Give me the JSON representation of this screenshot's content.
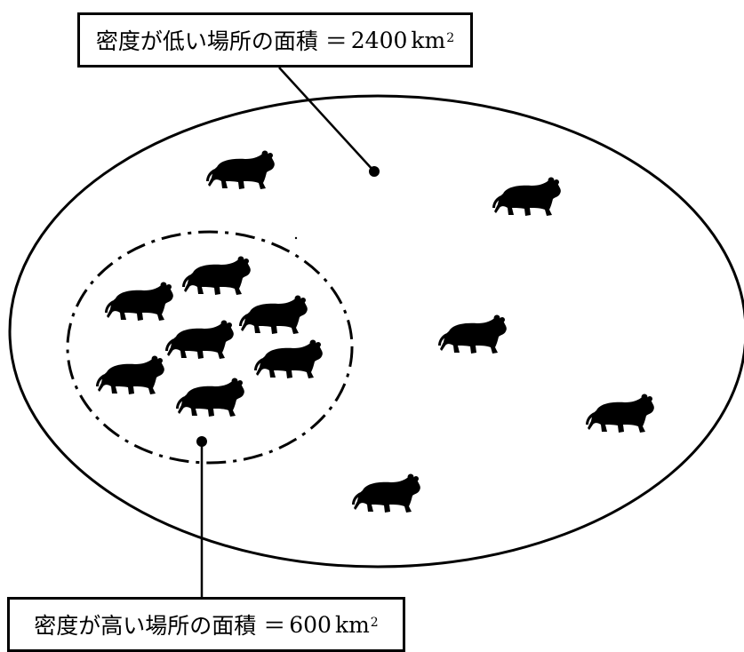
{
  "labels": {
    "low_density": {
      "text": "密度が低い場所の面積 ＝",
      "value": "2400",
      "unit": "km",
      "exponent": "2"
    },
    "high_density": {
      "text": "密度が高い場所の面積 ＝",
      "value": "600",
      "unit": "km",
      "exponent": "2"
    }
  },
  "colors": {
    "stroke": "#000000",
    "fill": "#000000",
    "background": "#ffffff"
  },
  "icons": {
    "animal": "tiger-silhouette-icon"
  },
  "counts": {
    "tigers_low_density_area": 5,
    "tigers_high_density_area": 7
  }
}
